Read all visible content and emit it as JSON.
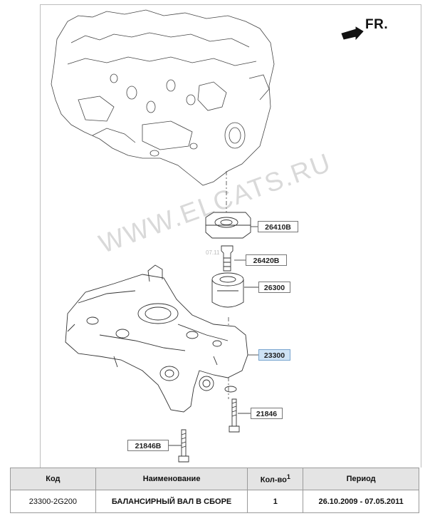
{
  "diagram": {
    "direction_label": "FR.",
    "watermark": "WWW.ELCATS.RU",
    "watermark_date": "07.11",
    "callouts": [
      {
        "id": "26410b",
        "label": "26410B",
        "highlighted": false
      },
      {
        "id": "26420b",
        "label": "26420B",
        "highlighted": false
      },
      {
        "id": "26300",
        "label": "26300",
        "highlighted": false
      },
      {
        "id": "23300",
        "label": "23300",
        "highlighted": true
      },
      {
        "id": "21846",
        "label": "21846",
        "highlighted": false
      },
      {
        "id": "21846b",
        "label": "21846B",
        "highlighted": false
      }
    ],
    "colors": {
      "highlight": "#cfe3f5",
      "line": "#333333"
    }
  },
  "table": {
    "headers": {
      "code": "Код",
      "name": "Наименование",
      "qty": "Кол-во",
      "qty_sup": "1",
      "period": "Период"
    },
    "rows": [
      {
        "code": "23300-2G200",
        "name": "БАЛАНСИРНЫЙ ВАЛ В СБОРЕ",
        "qty": "1",
        "period": "26.10.2009 - 07.05.2011"
      }
    ]
  }
}
